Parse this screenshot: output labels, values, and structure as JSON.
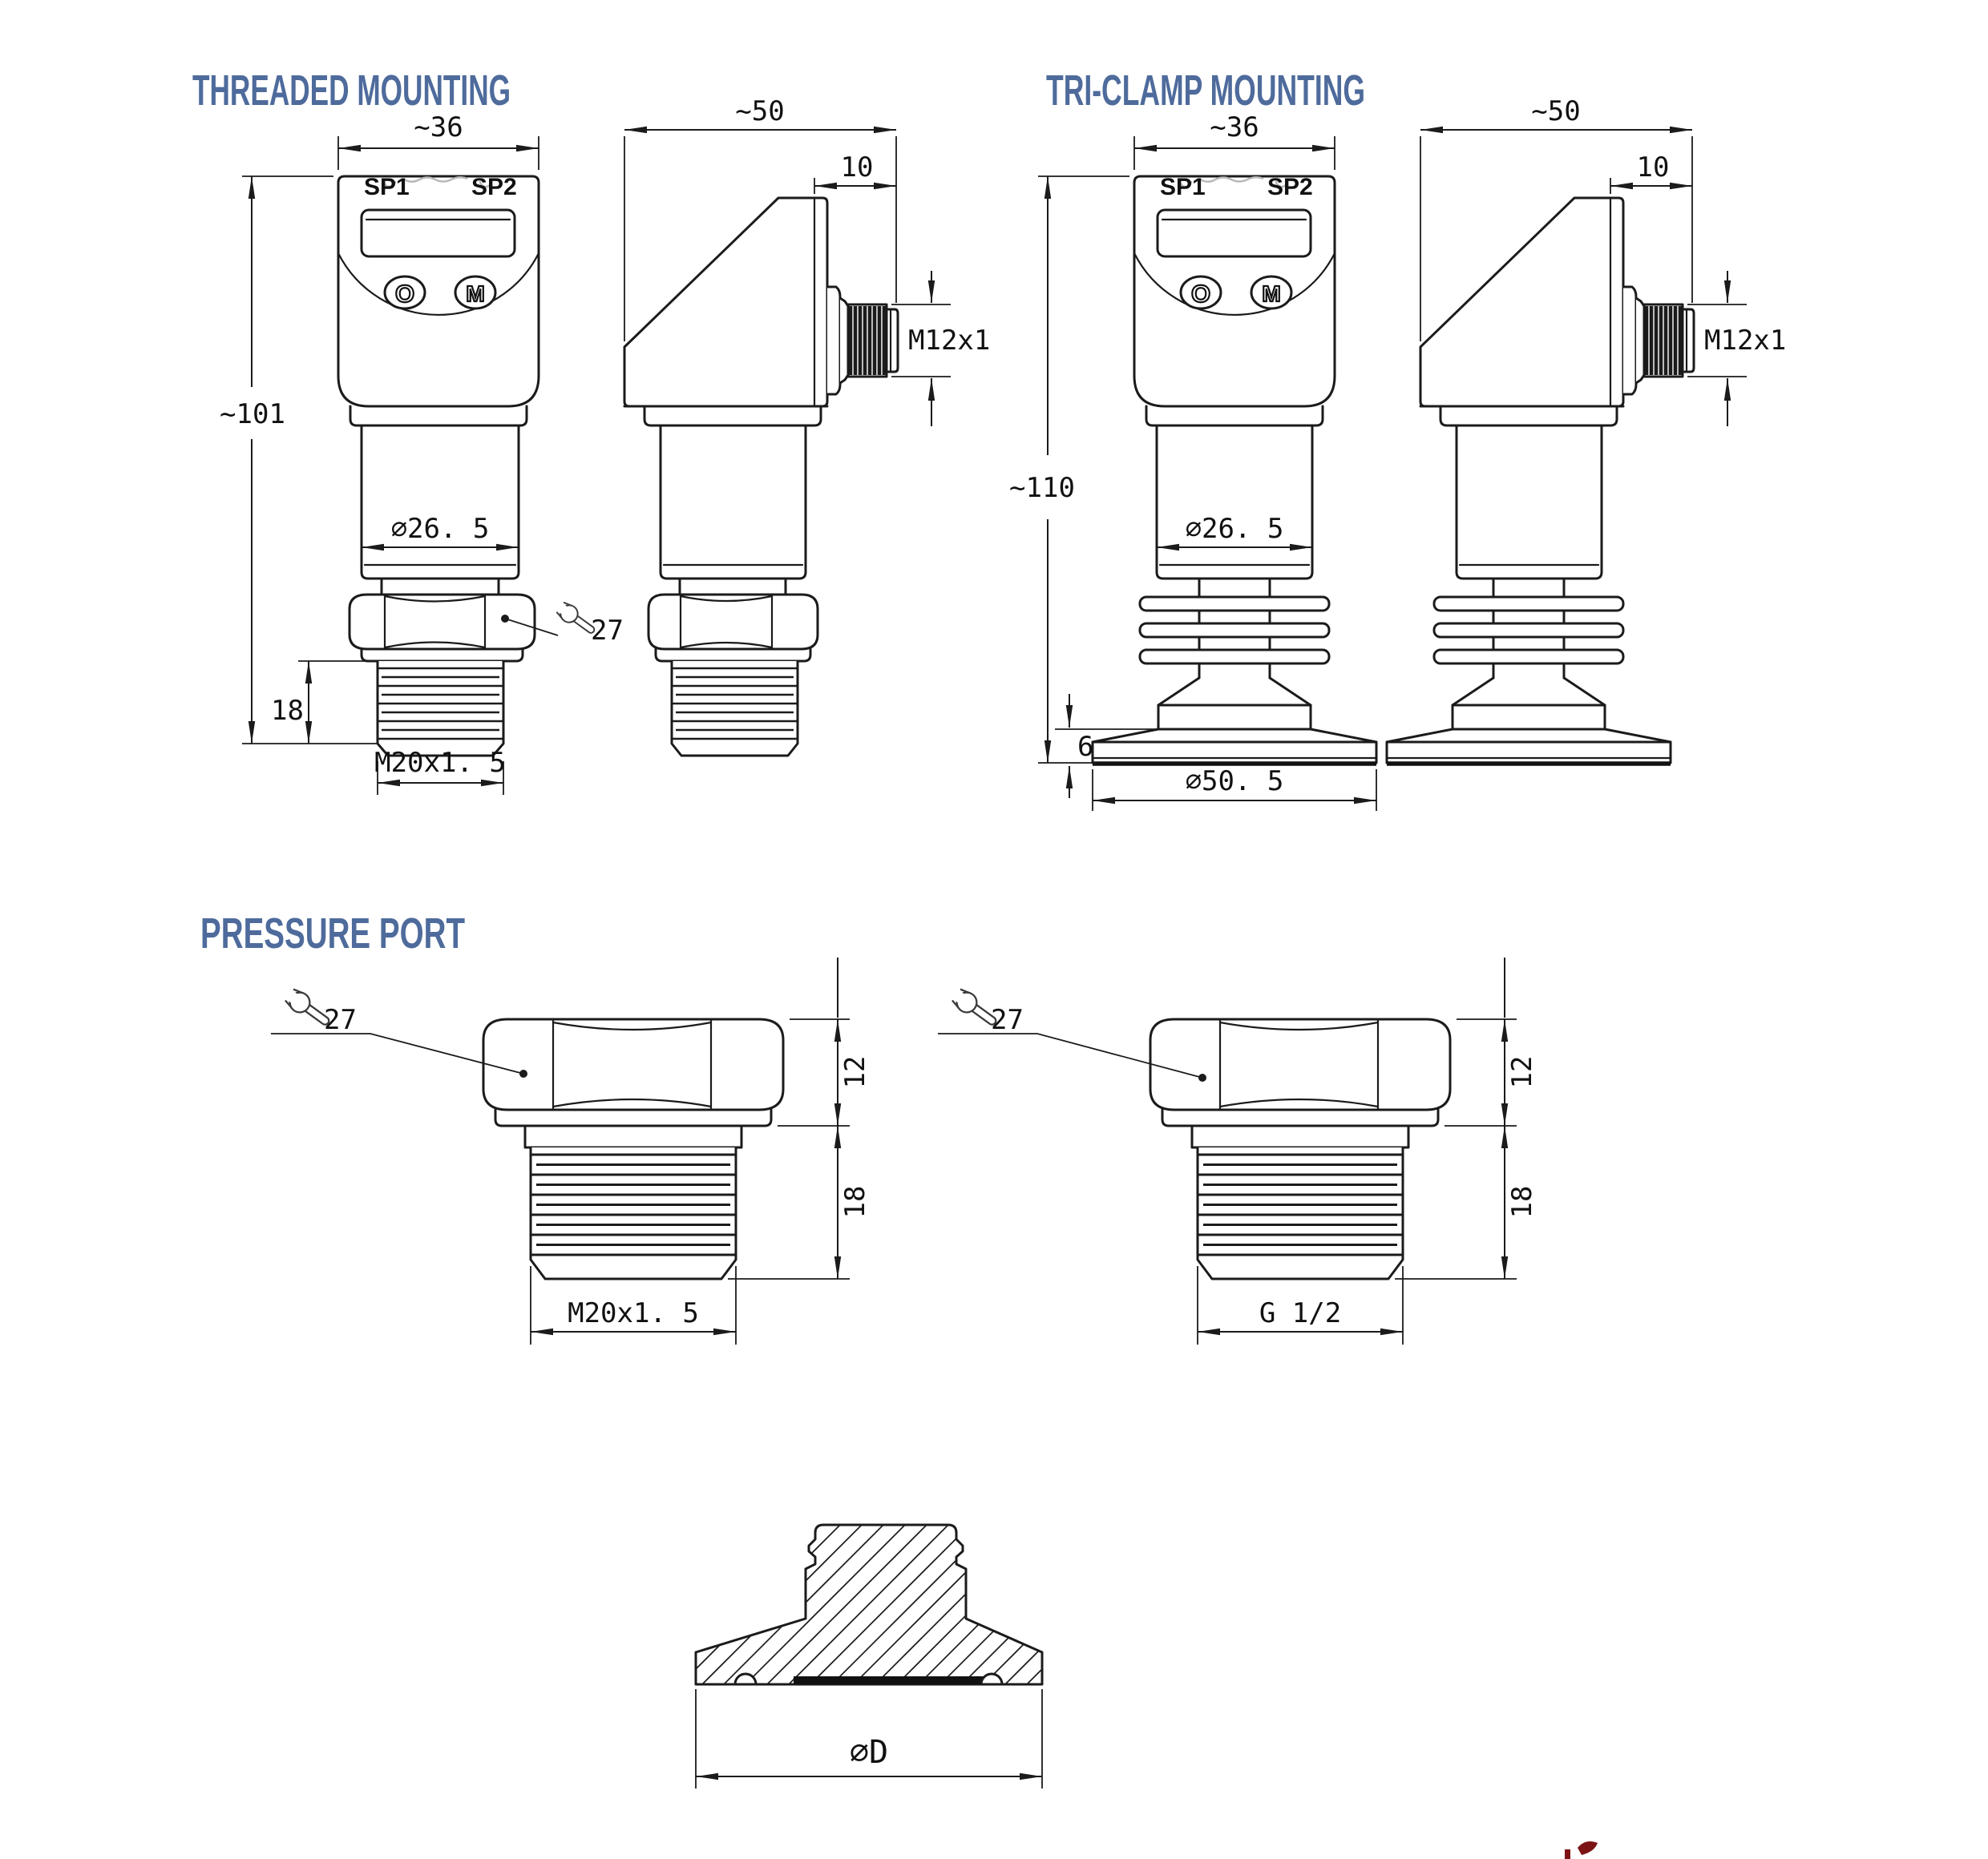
{
  "meta": {
    "accent_color": "#4e6b9c",
    "line_color": "#1b1b1b",
    "background": "#ffffff"
  },
  "sections": {
    "threaded": {
      "title": "THREADED MOUNTING"
    },
    "triclamp": {
      "title": "TRI-CLAMP MOUNTING"
    },
    "pressure_port": {
      "title": "PRESSURE PORT"
    }
  },
  "device": {
    "setpoint1": "SP1",
    "setpoint2": "SP2",
    "button_power": "O",
    "button_mode": "M"
  },
  "dims": {
    "head_width": "~36",
    "threaded_height": "~101",
    "triclamp_height": "~110",
    "body_dia": "∅26. 5",
    "hex_flats": "27",
    "thread_len": "18",
    "thread_spec_m20": "M20x1. 5",
    "thread_spec_g12": "G 1/2",
    "side_depth": "~50",
    "conn_len": "10",
    "conn_spec": "M12x1",
    "ferrule_lip": "6",
    "ferrule_dia": "∅50. 5",
    "port_hex_h": "12",
    "port_thread_h": "18",
    "clamp_dia": "∅D"
  }
}
